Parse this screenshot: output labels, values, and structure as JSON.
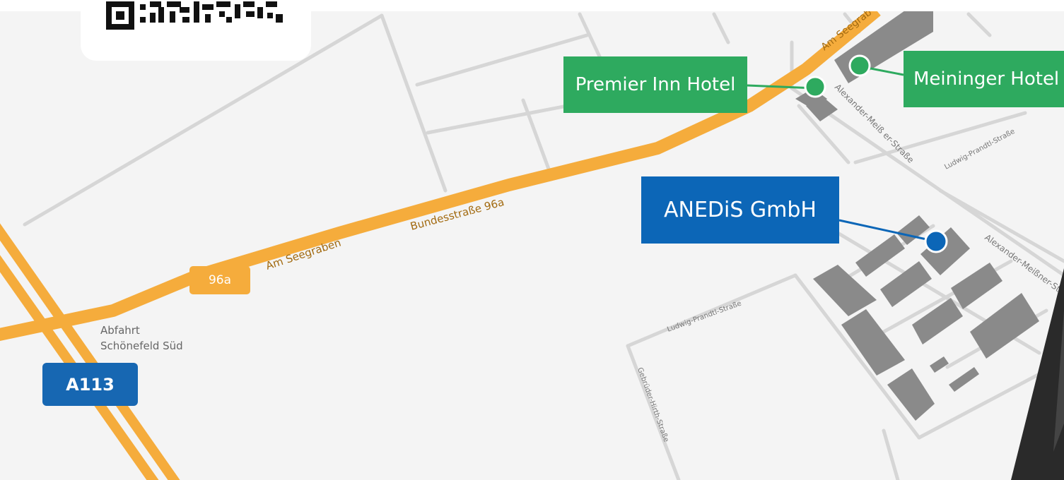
{
  "labels": {
    "premier_inn": "Premier Inn Hotel",
    "meininger": "Meininger Hotel",
    "anedis": "ANEDiS GmbH"
  },
  "roads": {
    "am_seegraben_lower": "Am Seegraben",
    "am_seegraben_upper": "Am Seegrab",
    "bundesstrasse": "Bundesstraße 96a",
    "alexander_meissner_upper": "Alexander-Meiß er-Straße",
    "alexander_meissner_lower": "Alexander-Meißner-St",
    "ludwig_prandtl_upper": "Ludwig-Prandtl-Straße",
    "ludwig_prandtl_lower": "Ludwig-Prandtl-Straße",
    "gebrueder_hirth": "Gebrüder-Hirth-Straße"
  },
  "badges": {
    "a113": "A113",
    "b96a": "96a"
  },
  "exit": {
    "line1": "Abfahrt",
    "line2": "Schönefeld Süd"
  },
  "colors": {
    "highway": "#f5ac3c",
    "minor_road": "#d6d6d6",
    "building": "#8a8a8a",
    "hotel_marker": "#2eaa5f",
    "company_marker": "#0c66b7",
    "background": "#f4f4f4"
  },
  "icons": {
    "qr": "qr-code-icon",
    "marker": "map-pin-dot"
  }
}
